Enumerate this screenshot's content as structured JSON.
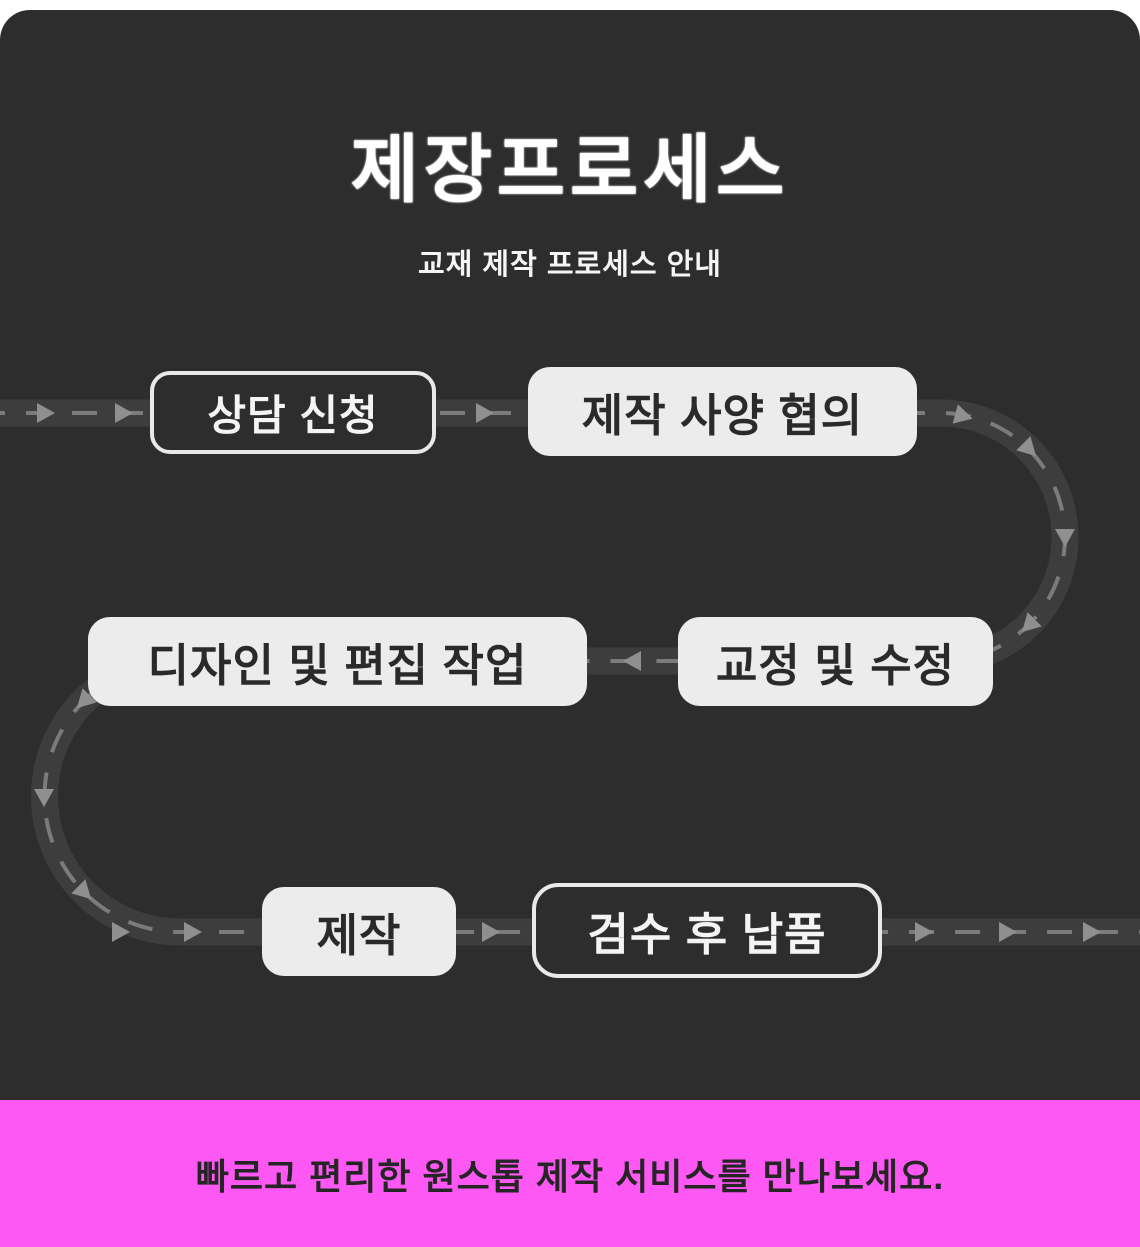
{
  "page": {
    "title": "제장프로세스",
    "subtitle": "교재 제작 프로세스 안내"
  },
  "steps": [
    {
      "label": "상담 신청",
      "style": "outlined",
      "order": 1
    },
    {
      "label": "제작 사양 협의",
      "style": "filled",
      "order": 2
    },
    {
      "label": "교정 및 수정",
      "style": "filled",
      "order": 3
    },
    {
      "label": "디자인 및 편집 작업",
      "style": "filled",
      "order": 4
    },
    {
      "label": "제작",
      "style": "filled",
      "order": 5
    },
    {
      "label": "검수 후 납품",
      "style": "outlined",
      "order": 6
    }
  ],
  "footer": {
    "text": "빠르고 편리한 원스톱 제작 서비스를 만나보세요."
  },
  "colors": {
    "panel_background": "#2e2d2d",
    "panel_text": "#ffffff",
    "box_fill": "#ececec",
    "box_text": "#2b2a2a",
    "road": "#3e3d3d",
    "road_dash": "#7b7b7b",
    "arrow": "#8f8f8f",
    "accent_pink": "#fe58f4",
    "footer_text": "#262526"
  }
}
